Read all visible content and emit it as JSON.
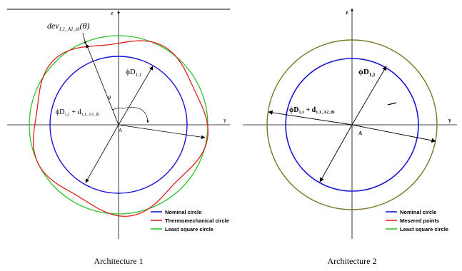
{
  "colors": {
    "nominal": "#1515d6",
    "thermo": "#e02020",
    "least_square": "#2ec42e",
    "measured": "#8b6a3a",
    "axis": "#000000"
  },
  "arch1": {
    "axis_z": "z",
    "axis_y": "y",
    "center": "A",
    "dev_label": "dev",
    "dev_sub": "1,1_A1_th",
    "dev_arg": "(θ)",
    "phiD_label": "ϕD",
    "phiD_sub": "1,1",
    "theta": "θ",
    "sum_label_main": "ϕD",
    "sum_label_sub1": "1,1",
    "sum_label_plus": " + d",
    "sum_label_sub2": "1,1_A1_th",
    "legend": [
      "Nominal circle",
      "Thermomechanical circle",
      "Least square circle"
    ],
    "caption": "Architecture 1"
  },
  "arch2": {
    "axis_z": "z",
    "axis_y": "y",
    "center": "A",
    "phiD_label": "ϕD",
    "phiD_sub": "1,1",
    "sum_label_main": "ϕD",
    "sum_label_sub1": "1,1",
    "sum_label_plus": " + d",
    "sum_label_sub2": "1,1_A2_th",
    "legend": [
      "Nominal circle",
      "Mesered points",
      "Least square circle"
    ],
    "caption": "Architecture 2"
  }
}
